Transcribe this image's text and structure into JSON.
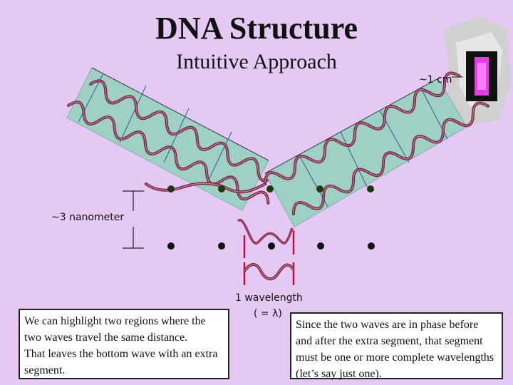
{
  "slide": {
    "title": "DNA Structure",
    "subtitle": "Intuitive Approach"
  },
  "labels": {
    "scale_cm": "~1 cm",
    "spacing": "~3 nanometer",
    "wavelength": "1 wavelength",
    "wavelength_eq": "( = λ)"
  },
  "left_note": {
    "line1": "We can highlight two regions where the two waves travel the same distance.",
    "line2": "That leaves the bottom wave with an extra segment."
  },
  "right_note": {
    "text": "Since the two waves are in phase before and after the extra segment, that segment must be one or more complete wavelengths (let’s say just one)."
  },
  "colors": {
    "background": "#e5c9f5",
    "beam": "#9fd0c6",
    "wave": "#9b3b61",
    "highlight": "#c0103c",
    "dot": "#1f3a10",
    "crystal": "#e040e0"
  }
}
